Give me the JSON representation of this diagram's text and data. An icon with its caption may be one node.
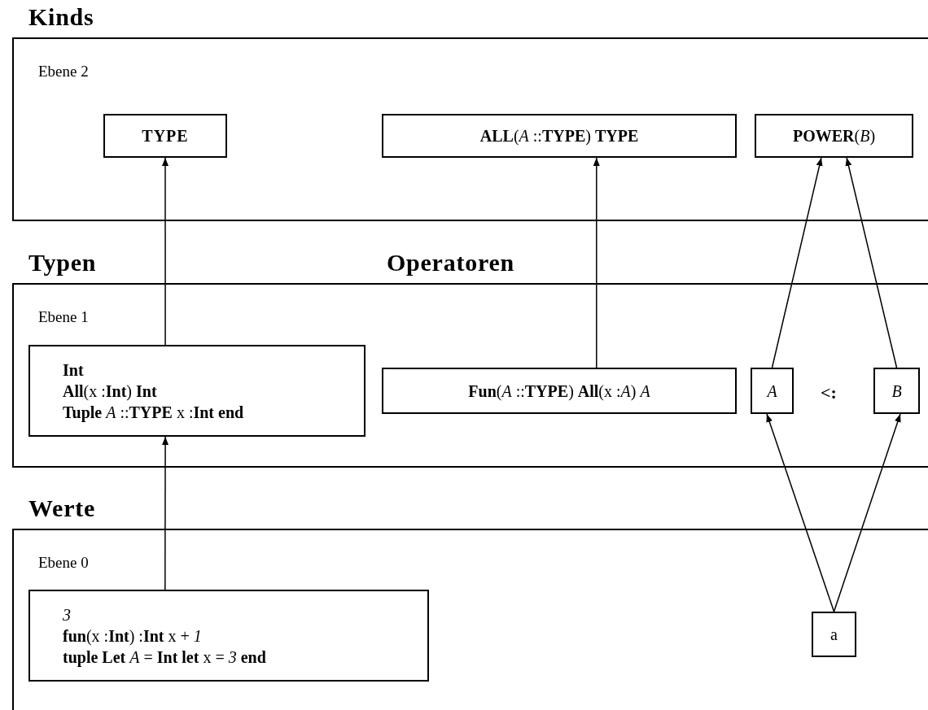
{
  "diagram": {
    "nodes": [
      {
        "text": [
          "Kinds",
          "Ebene 2"
        ]
      },
      {
        "text": [
          "TYPE"
        ],
        "in": 0
      },
      {
        "text": [
          "**ALL**(*A* ::**TYPE**) **TYPE**"
        ],
        "in": 0
      },
      {
        "text": [
          "**POWER**(*B*)"
        ],
        "in": 0
      },
      {
        "text": [
          "Typen",
          "Operatoren",
          "Ebene 1"
        ]
      },
      {
        "text": [
          "**Int**",
          "**All**(x :**Int**) **Int**",
          "**Tuple** *A* ::**TYPE** x :**Int** **end**"
        ],
        "in": 4
      },
      {
        "text": [
          "**Fun**(*A* ::**TYPE**) **All**(x :*A*) *A*"
        ],
        "in": 4
      },
      {
        "text": [
          "*A*"
        ],
        "in": 4
      },
      {
        "text": [
          "*B*"
        ],
        "in": 4
      },
      {
        "text": [
          "Werte",
          "Ebene 0"
        ]
      },
      {
        "text": [
          "*3*",
          "**fun**(x :**Int**) :**Int** x + *1*",
          "**tuple** **Let** *A* = **Int** **let** x = *3* **end**"
        ],
        "in": 9
      },
      {
        "text": [
          "a"
        ],
        "in": 9
      }
    ],
    "edges": [
      {
        "from": 5,
        "to": 1,
        "arrow": "to"
      },
      {
        "from": 6,
        "to": 2,
        "arrow": "to"
      },
      {
        "from": 7,
        "to": 3,
        "arrow": "to"
      },
      {
        "from": 8,
        "to": 3,
        "arrow": "to"
      },
      {
        "from": 10,
        "to": 5,
        "arrow": "to"
      },
      {
        "from": 11,
        "to": 7,
        "arrow": "to"
      },
      {
        "from": 11,
        "to": 8,
        "arrow": "to"
      }
    ],
    "labels": [
      "<:"
    ]
  }
}
